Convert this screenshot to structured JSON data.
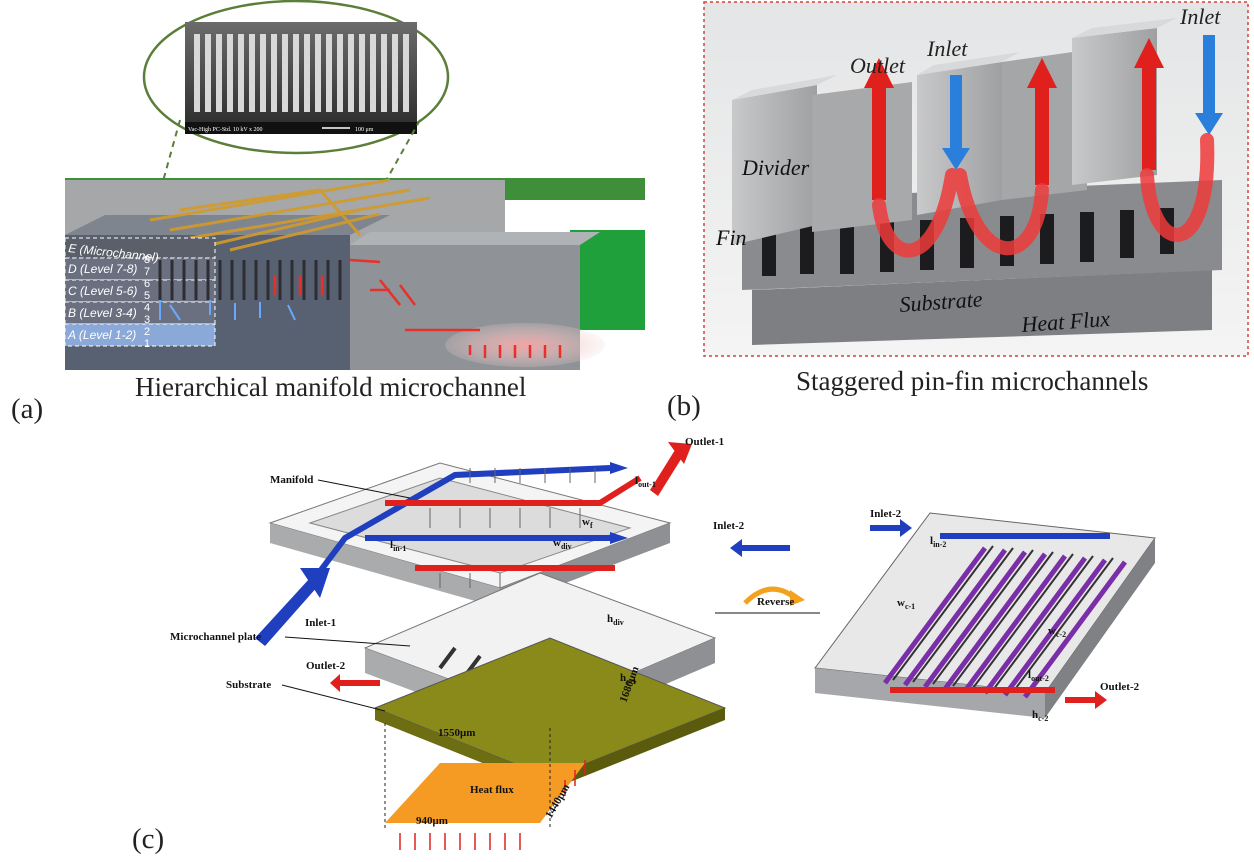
{
  "panel_a": {
    "panel_label": "(a)",
    "caption": "Hierarchical manifold microchannel",
    "sem_bar": "Vac-High   PC-Std.   10 kV   x 200",
    "sem_scale": "100 μm",
    "levels": [
      "E (Microchannel)",
      "D (Level 7-8)",
      "C (Level 5-6)",
      "B (Level 3-4)",
      "A (Level 1-2)"
    ],
    "level_numbers": [
      "8",
      "7",
      "6",
      "5",
      "4",
      "3",
      "2",
      "1"
    ]
  },
  "panel_b": {
    "panel_label": "(b)",
    "caption": "Staggered pin-fin microchannels",
    "labels": {
      "outlet": "Outlet",
      "inlet_left": "Inlet",
      "inlet_right": "Inlet",
      "divider": "Divider",
      "fin": "Fin",
      "substrate": "Substrate",
      "heat_flux": "Heat Flux"
    }
  },
  "panel_c": {
    "panel_label": "(c)",
    "labels": {
      "manifold": "Manifold",
      "outlet1": "Outlet-1",
      "inlet2": "Inlet-2",
      "inlet1": "Inlet-1",
      "outlet2": "Outlet-2",
      "microchannel_plate": "Microchannel plate",
      "substrate": "Substrate",
      "heat_flux": "Heat flux",
      "reverse": "Reverse",
      "inlet2_right": "Inlet-2",
      "outlet2_right": "Outlet-2"
    },
    "dims": {
      "w1550": "1550μm",
      "w1680": "1680μm",
      "w940": "940μm",
      "w1440": "1440μm",
      "lout1": "l",
      "lout1_sub": "out-1",
      "wf": "w",
      "wf_sub": "f",
      "wdiv": "w",
      "wdiv_sub": "div",
      "lin1": "l",
      "lin1_sub": "in-1",
      "hdiv": "h",
      "hdiv_sub": "div",
      "hc1": "h",
      "hc1_sub": "c-1",
      "lin2": "l",
      "lin2_sub": "in-2",
      "wc1": "w",
      "wc1_sub": "c-1",
      "wc2": "w",
      "wc2_sub": "c-2",
      "lout2": "l",
      "lout2_sub": "out-2",
      "hc2": "h",
      "hc2_sub": "c-2"
    }
  },
  "colors": {
    "inlet_blue": "#1f3fbf",
    "outlet_red": "#e0201c",
    "substrate_olive": "#8a8a1a",
    "heat_flux_orange": "#f59a23",
    "block_gray": "#b9bbbd",
    "frame_green": "#4e7a2c"
  }
}
